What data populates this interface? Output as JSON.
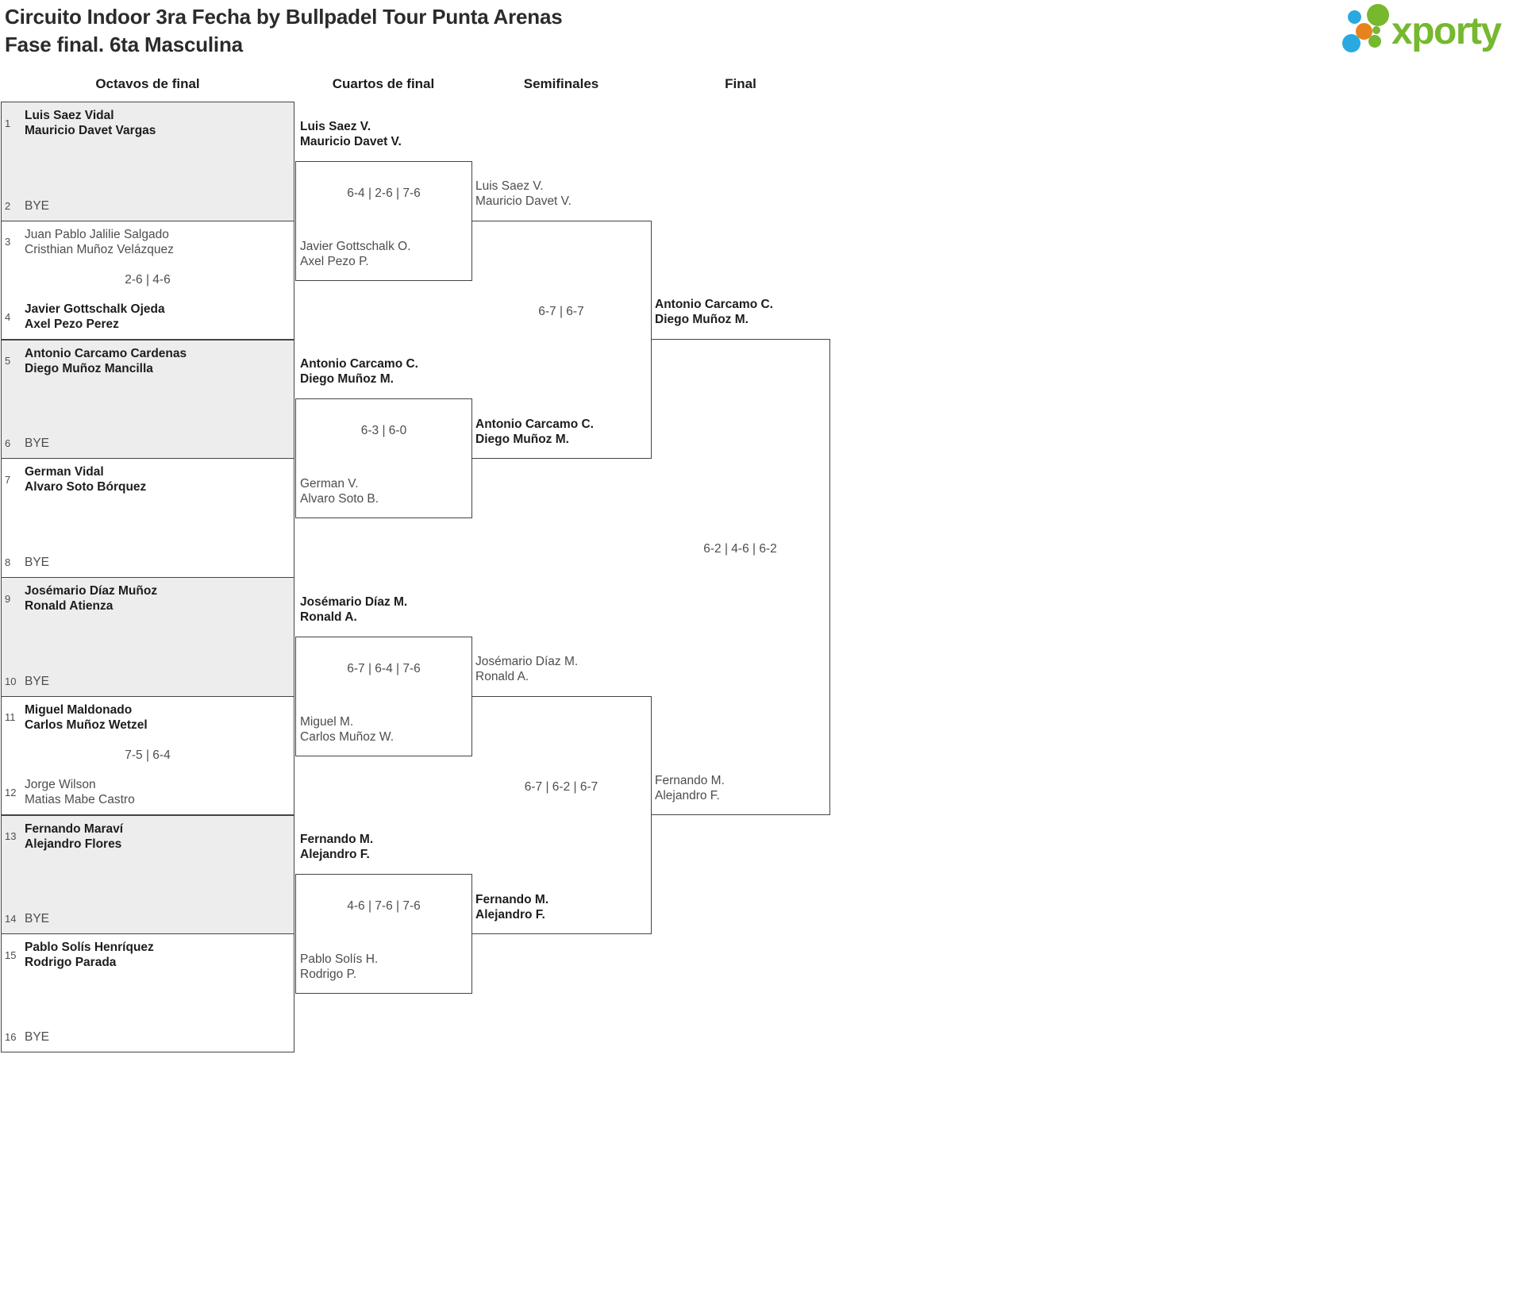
{
  "title": {
    "line1": "Circuito Indoor 3ra Fecha by Bullpadel Tour Punta Arenas",
    "line2": "Fase final. 6ta Masculina"
  },
  "logo": {
    "text": "xporty"
  },
  "colors": {
    "logo_green": "#76b82e",
    "logo_blue": "#2aa9e0",
    "logo_orange": "#e8821c",
    "shaded_row": "#ededed",
    "border": "#444444",
    "winner_text": "#1d1d1d",
    "normal_text": "#4d4d4d"
  },
  "round_headers": [
    "Octavos de final",
    "Cuartos de final",
    "Semifinales",
    "Final"
  ],
  "octavos": [
    {
      "seed_top": "1",
      "top": [
        "Luis Saez Vidal",
        "Mauricio Davet Vargas"
      ],
      "top_winner": true,
      "score": "",
      "seed_bottom": "2",
      "bottom": [
        "BYE"
      ],
      "bottom_winner": false,
      "shaded": true
    },
    {
      "seed_top": "3",
      "top": [
        "Juan Pablo Jalilie Salgado",
        "Cristhian Muñoz Velázquez"
      ],
      "top_winner": false,
      "score": "2-6 | 4-6",
      "seed_bottom": "4",
      "bottom": [
        "Javier Gottschalk Ojeda",
        "Axel Pezo Perez"
      ],
      "bottom_winner": true,
      "shaded": false
    },
    {
      "seed_top": "5",
      "top": [
        "Antonio Carcamo Cardenas",
        "Diego Muñoz Mancilla"
      ],
      "top_winner": true,
      "score": "",
      "seed_bottom": "6",
      "bottom": [
        "BYE"
      ],
      "bottom_winner": false,
      "shaded": true
    },
    {
      "seed_top": "7",
      "top": [
        "German Vidal",
        "Alvaro Soto Bórquez"
      ],
      "top_winner": true,
      "score": "",
      "seed_bottom": "8",
      "bottom": [
        "BYE"
      ],
      "bottom_winner": false,
      "shaded": false
    },
    {
      "seed_top": "9",
      "top": [
        "Josémario Díaz Muñoz",
        "Ronald Atienza"
      ],
      "top_winner": true,
      "score": "",
      "seed_bottom": "10",
      "bottom": [
        "BYE"
      ],
      "bottom_winner": false,
      "shaded": true
    },
    {
      "seed_top": "11",
      "top": [
        "Miguel Maldonado",
        "Carlos Muñoz Wetzel"
      ],
      "top_winner": true,
      "score": "7-5 | 6-4",
      "seed_bottom": "12",
      "bottom": [
        "Jorge Wilson",
        "Matias Mabe Castro"
      ],
      "bottom_winner": false,
      "shaded": false
    },
    {
      "seed_top": "13",
      "top": [
        "Fernando Maraví",
        "Alejandro Flores"
      ],
      "top_winner": true,
      "score": "",
      "seed_bottom": "14",
      "bottom": [
        "BYE"
      ],
      "bottom_winner": false,
      "shaded": true
    },
    {
      "seed_top": "15",
      "top": [
        "Pablo Solís Henríquez",
        "Rodrigo Parada"
      ],
      "top_winner": true,
      "score": "",
      "seed_bottom": "16",
      "bottom": [
        "BYE"
      ],
      "bottom_winner": false,
      "shaded": false
    }
  ],
  "cuartos": [
    {
      "top": [
        "Luis Saez V.",
        "Mauricio Davet V."
      ],
      "top_winner": true,
      "score": "6-4 | 2-6 | 7-6",
      "bottom": [
        "Javier Gottschalk O.",
        "Axel Pezo P."
      ],
      "bottom_winner": false
    },
    {
      "top": [
        "Antonio Carcamo C.",
        "Diego Muñoz M."
      ],
      "top_winner": true,
      "score": "6-3 | 6-0",
      "bottom": [
        "German V.",
        "Alvaro Soto B."
      ],
      "bottom_winner": false
    },
    {
      "top": [
        "Josémario Díaz M.",
        "Ronald A."
      ],
      "top_winner": true,
      "score": "6-7 | 6-4 | 7-6",
      "bottom": [
        "Miguel M.",
        "Carlos Muñoz W."
      ],
      "bottom_winner": false
    },
    {
      "top": [
        "Fernando M.",
        "Alejandro F."
      ],
      "top_winner": true,
      "score": "4-6 | 7-6 | 7-6",
      "bottom": [
        "Pablo Solís H.",
        "Rodrigo P."
      ],
      "bottom_winner": false
    }
  ],
  "semifinales": [
    {
      "top": [
        "Luis Saez V.",
        "Mauricio Davet V."
      ],
      "top_winner": false,
      "score": "6-7 | 6-7",
      "bottom": [
        "Antonio Carcamo C.",
        "Diego Muñoz M."
      ],
      "bottom_winner": true
    },
    {
      "top": [
        "Josémario Díaz M.",
        "Ronald A."
      ],
      "top_winner": false,
      "score": "6-7 | 6-2 | 6-7",
      "bottom": [
        "Fernando M.",
        "Alejandro F."
      ],
      "bottom_winner": true
    }
  ],
  "final": [
    {
      "top": [
        "Antonio Carcamo C.",
        "Diego Muñoz M."
      ],
      "top_winner": true,
      "score": "6-2 | 4-6 | 6-2",
      "bottom": [
        "Fernando M.",
        "Alejandro F."
      ],
      "bottom_winner": false
    }
  ]
}
